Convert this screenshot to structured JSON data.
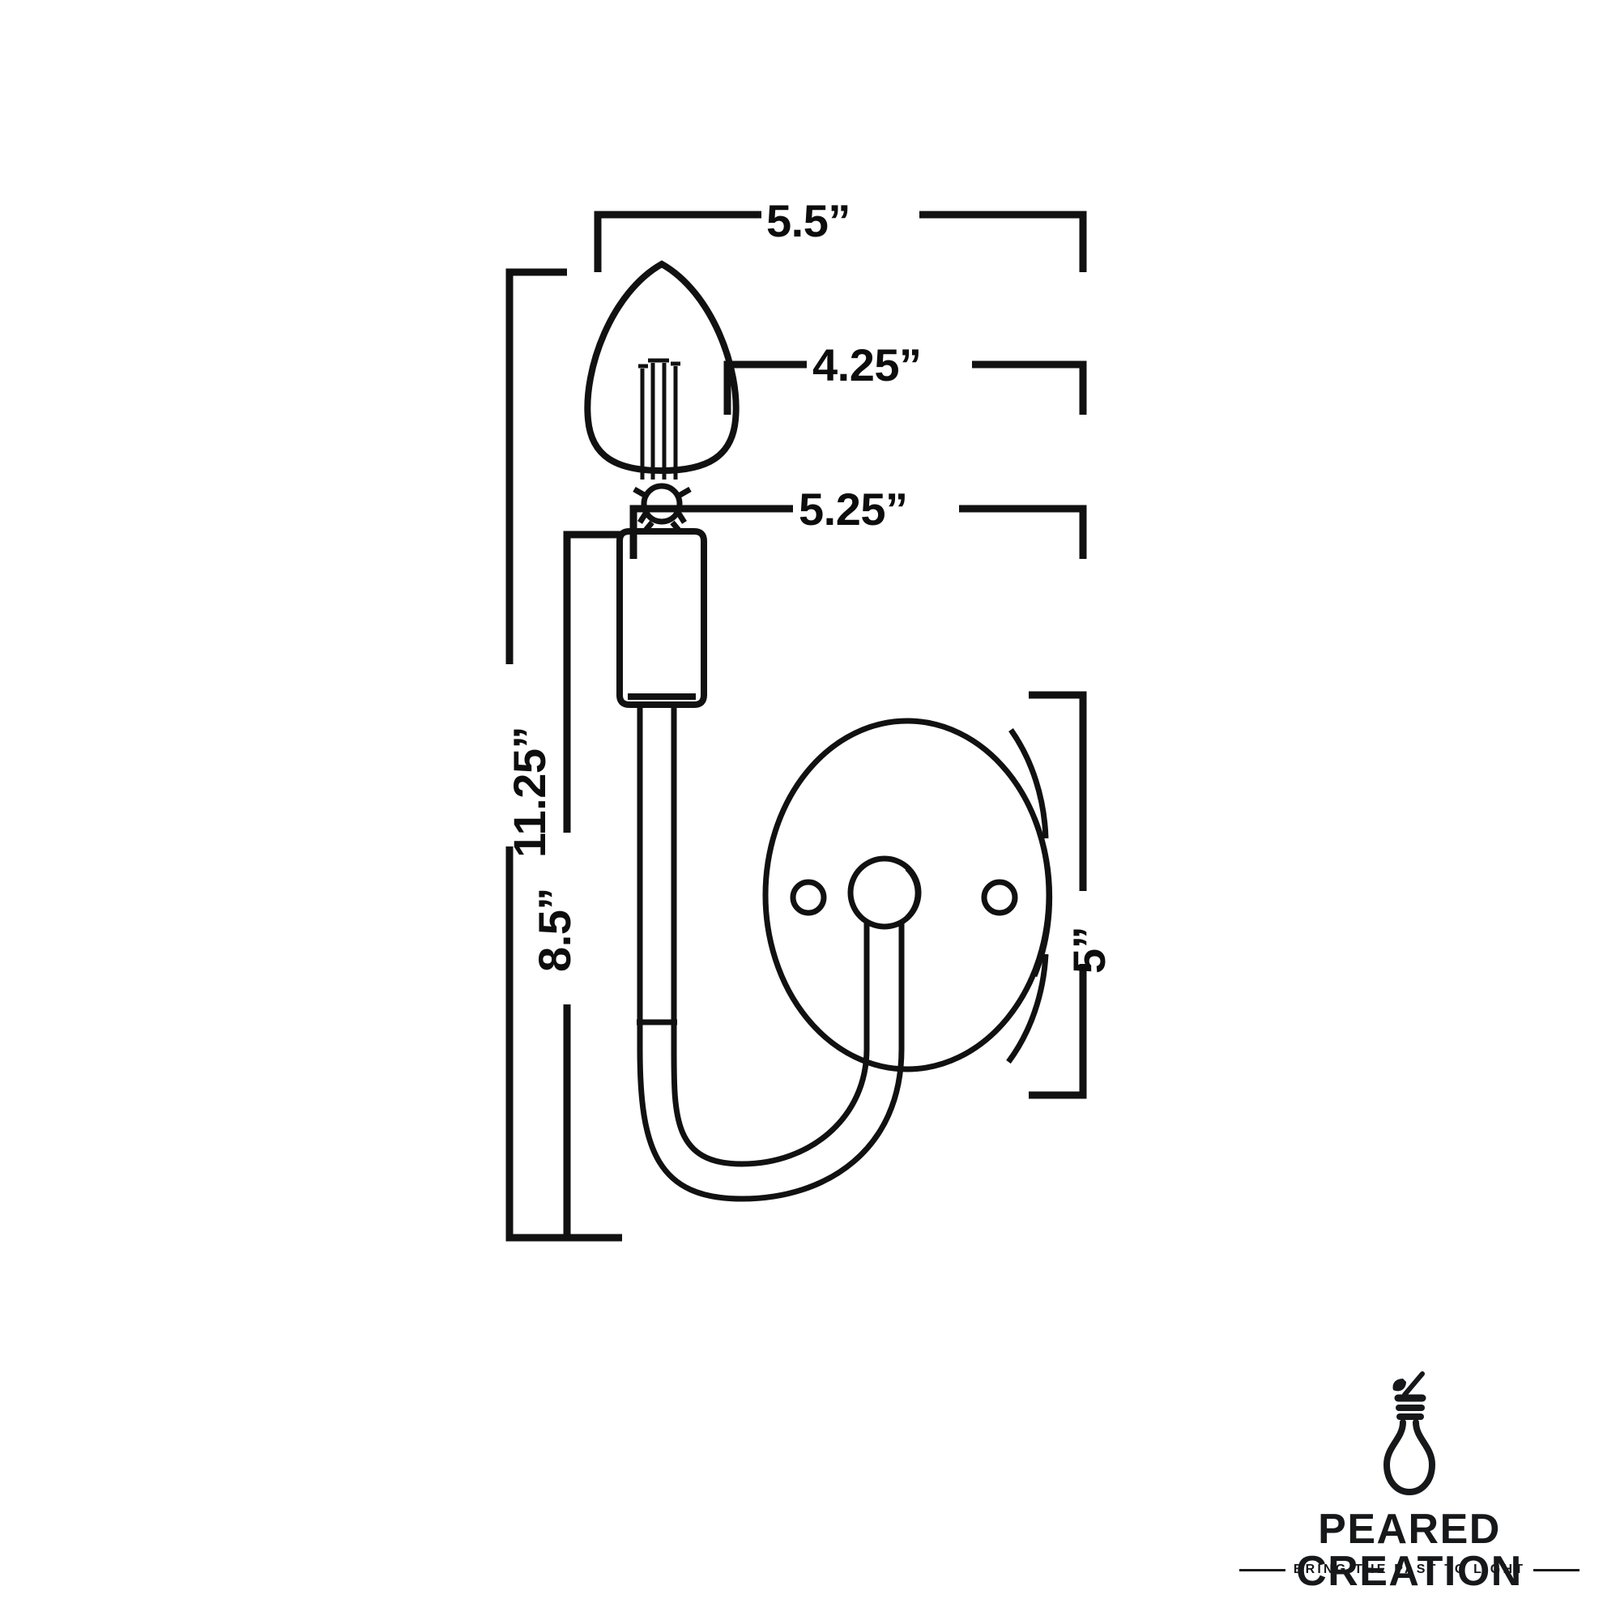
{
  "document": {
    "kind": "product-dimension-drawing",
    "subject": "Single-light curved-arm wall sconce",
    "background_color": "#ffffff",
    "line_color": "#111111",
    "text_color": "#0d0d0d"
  },
  "dimensions": {
    "overall_width": {
      "label": "5.5”",
      "value": 5.5,
      "unit": "in",
      "orientation": "horizontal",
      "name": "overall-width"
    },
    "bulb_height_from_top": {
      "label": "4.25”",
      "value": 4.25,
      "unit": "in",
      "orientation": "horizontal",
      "name": "bulb-reference"
    },
    "projection": {
      "label": "5.25”",
      "value": 5.25,
      "unit": "in",
      "orientation": "horizontal",
      "name": "projection"
    },
    "overall_height": {
      "label": "11.25”",
      "value": 11.25,
      "unit": "in",
      "orientation": "vertical",
      "name": "overall-height"
    },
    "body_height": {
      "label": "8.5”",
      "value": 8.5,
      "unit": "in",
      "orientation": "vertical",
      "name": "body-height"
    },
    "backplate_height": {
      "label": "5”",
      "value": 5,
      "unit": "in",
      "orientation": "vertical",
      "name": "backplate-height"
    }
  },
  "parts": [
    {
      "name": "candle-bulb",
      "shape": "flame"
    },
    {
      "name": "bulb-filament",
      "shape": "vertical-lines"
    },
    {
      "name": "socket-collar",
      "shape": "small-ring"
    },
    {
      "name": "candle-sleeve",
      "shape": "rounded-rectangle"
    },
    {
      "name": "candle-stem",
      "shape": "vertical-tube"
    },
    {
      "name": "curved-arm",
      "shape": "u-curve-tube"
    },
    {
      "name": "backplate",
      "shape": "oval"
    },
    {
      "name": "backplate-depth-edge",
      "shape": "arc"
    },
    {
      "name": "center-knob",
      "shape": "circle"
    },
    {
      "name": "mounting-hole-left",
      "shape": "small-circle"
    },
    {
      "name": "mounting-hole-right",
      "shape": "small-circle"
    }
  ],
  "logo": {
    "brand": "PEARED CREATION",
    "tagline": "BRING THE PAST TO LIGHT",
    "mark": "pear-bulb-with-leaf-icon",
    "color": "#16181a"
  }
}
